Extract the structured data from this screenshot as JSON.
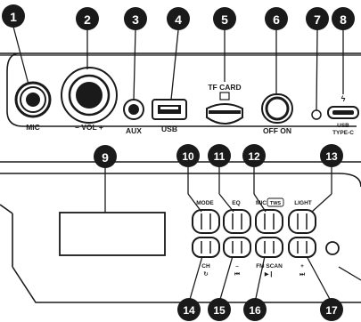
{
  "callouts": [
    {
      "number": "1"
    },
    {
      "number": "2"
    },
    {
      "number": "3"
    },
    {
      "number": "4"
    },
    {
      "number": "5"
    },
    {
      "number": "6"
    },
    {
      "number": "7"
    },
    {
      "number": "8"
    },
    {
      "number": "9"
    },
    {
      "number": "10"
    },
    {
      "number": "11"
    },
    {
      "number": "12"
    },
    {
      "number": "13"
    },
    {
      "number": "14"
    },
    {
      "number": "15"
    },
    {
      "number": "16"
    },
    {
      "number": "17"
    }
  ],
  "top_panel": {
    "mic_label": "MIC",
    "vol_label": "– VOL +",
    "aux_label": "AUX",
    "usb_label": "USB",
    "tf_card_label": "TF CARD",
    "off_on_label": "OFF ON",
    "usb_type_c_line1": "USB",
    "usb_type_c_line2": "TYPE-C"
  },
  "control_panel": {
    "mode_label": "MODE",
    "eq_label": "EQ",
    "mic_twс_label_prefix": "MIC",
    "mic_twc_label_suffix": "TWS",
    "light_label": "LIGHT",
    "ch_label": "CH",
    "prev_label": "–",
    "prev_icon": "⏮",
    "fm_scan_label": "FM SCAN",
    "play_icon": "▶❙",
    "next_label": "+",
    "next_icon": "⏭",
    "ch_icon": "↻"
  }
}
